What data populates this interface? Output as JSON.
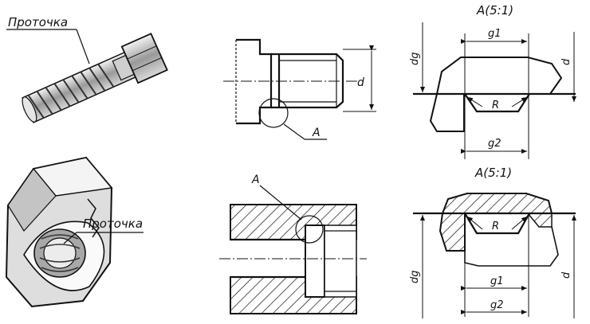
{
  "labels": {
    "groove_top": "Проточка",
    "groove_bottom": "Проточка",
    "view_ref_top": "A",
    "view_ref_bottom": "A",
    "detail_title_top": "A(5:1)",
    "detail_title_bottom": "A(5:1)",
    "d_top_section": "d",
    "dg_top_detail": "dg",
    "d_top_detail": "d",
    "g1_top": "g1",
    "g2_top": "g2",
    "R_top": "R",
    "dg_bottom_detail": "dg",
    "d_bottom_detail": "d",
    "g1_bottom": "g1",
    "g2_bottom": "g2",
    "R_bottom": "R"
  },
  "colors": {
    "ink": "#111111",
    "paper": "#ffffff",
    "shade": "#b8b8b8"
  }
}
